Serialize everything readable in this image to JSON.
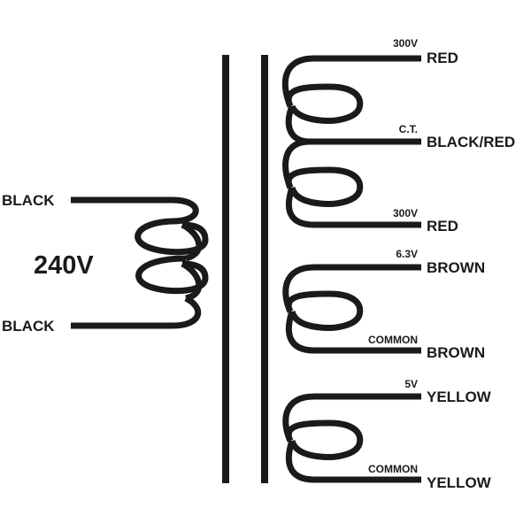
{
  "primary": {
    "voltage": "240V",
    "top_lead": "BLACK",
    "bottom_lead": "BLACK"
  },
  "secondary_hv": {
    "top_tap": "300V",
    "top_lead": "RED",
    "center_tap": "C.T.",
    "center_lead": "BLACK/RED",
    "bottom_tap": "300V",
    "bottom_lead": "RED"
  },
  "secondary_heater": {
    "top_tap": "6.3V",
    "top_lead": "BROWN",
    "bottom_tap": "COMMON",
    "bottom_lead": "BROWN"
  },
  "secondary_rectifier": {
    "top_tap": "5V",
    "top_lead": "YELLOW",
    "bottom_tap": "COMMON",
    "bottom_lead": "YELLOW"
  }
}
